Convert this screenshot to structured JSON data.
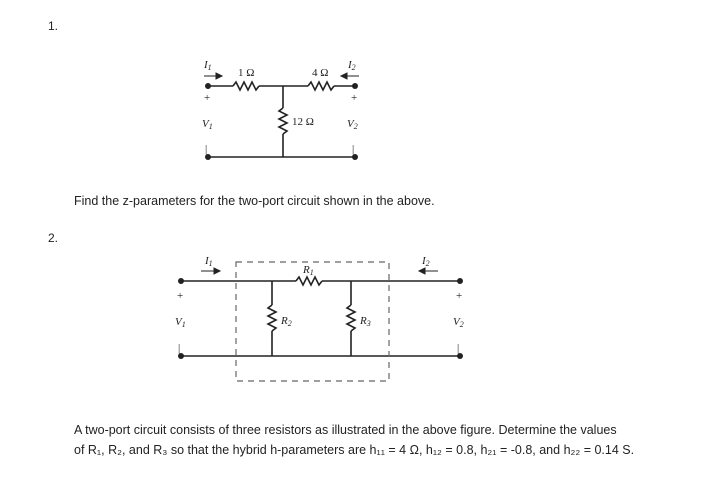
{
  "problem1": {
    "number": "1.",
    "question": "Find the z-parameters for the two-port circuit shown in the above.",
    "circuit": {
      "r_left": "1 Ω",
      "r_right": "4 Ω",
      "r_shunt": "12 Ω",
      "v1": "V",
      "v1_sub": "1",
      "v2": "V",
      "v2_sub": "2",
      "i1": "I",
      "i1_sub": "1",
      "i2": "I",
      "i2_sub": "2"
    }
  },
  "problem2": {
    "number": "2.",
    "question_line1": "A two-port circuit consists of three resistors as illustrated in the above figure.  Determine the values",
    "question_line2": "of R₁, R₂, and R₃ so that the hybrid h-parameters are h₁₁ = 4 Ω, h₁₂ = 0.8, h₂₁ = -0.8, and h₂₂ = 0.14 S.",
    "circuit": {
      "r1": "R",
      "r1_sub": "1",
      "r2": "R",
      "r2_sub": "2",
      "r3": "R",
      "r3_sub": "3",
      "v1": "V",
      "v1_sub": "1",
      "v2": "V",
      "v2_sub": "2",
      "i1": "I",
      "i1_sub": "1",
      "i2": "I",
      "i2_sub": "2"
    }
  }
}
